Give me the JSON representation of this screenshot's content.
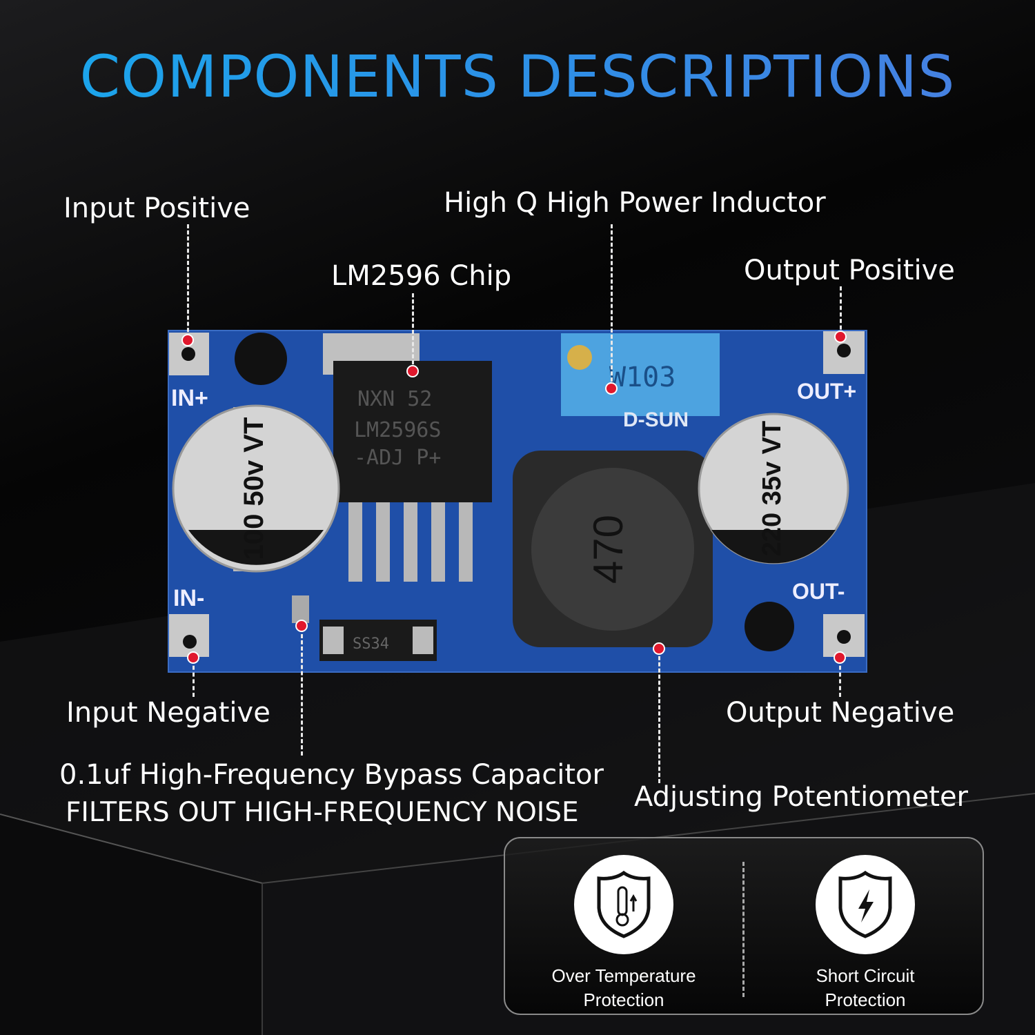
{
  "title": "COMPONENTS DESCRIPTIONS",
  "labels": {
    "input_positive": "Input Positive",
    "inductor": "High Q High Power Inductor",
    "chip": "LM2596 Chip",
    "output_positive": "Output Positive",
    "input_negative": "Input Negative",
    "output_negative": "Output Negative",
    "capacitor_line1": "0.1uf High-Frequency Bypass Capacitor",
    "capacitor_line2": "FILTERS OUT HIGH-FREQUENCY NOISE",
    "potentiometer": "Adjusting Potentiometer"
  },
  "board_markings": {
    "in_plus": "IN+",
    "in_minus": "IN-",
    "out_plus": "OUT+",
    "out_minus": "OUT-",
    "chip_line1": "NXN 52",
    "chip_line2": "LM2596S",
    "chip_line3": "-ADJ P+",
    "pot": "W103",
    "brand": "D-SUN",
    "cap_in": "100 50v VT",
    "cap_out": "220 35v VT",
    "inductor": "470",
    "diode": "SS34"
  },
  "features": [
    {
      "icon": "thermometer-shield-icon",
      "line1": "Over Temperature",
      "line2": "Protection"
    },
    {
      "icon": "lightning-shield-icon",
      "line1": "Short Circuit",
      "line2": "Protection"
    }
  ],
  "colors": {
    "title_start": "#19a8ec",
    "title_end": "#4a7ee0",
    "pcb": "#1f4fa8",
    "marker": "#e0182d"
  }
}
